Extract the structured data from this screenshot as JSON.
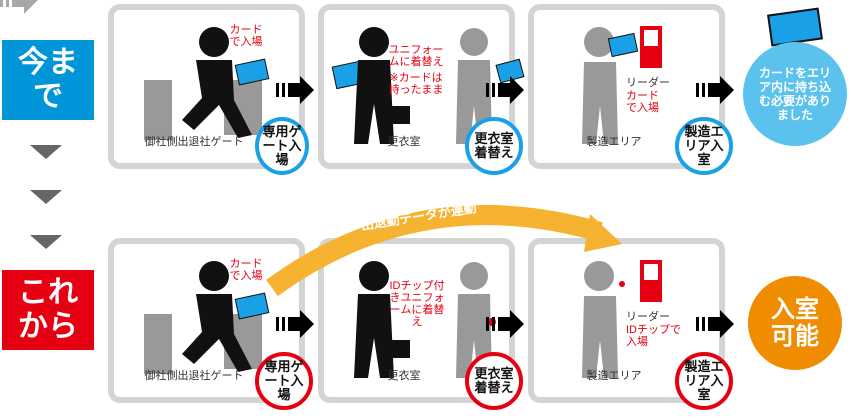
{
  "before": {
    "label": "今まで",
    "color": "#0095d9",
    "steps": [
      {
        "caption": "御社側出退社ゲート",
        "note": "カードで入場",
        "badge": "専用ゲート入場"
      },
      {
        "caption": "更衣室",
        "note": "ユニフォームに着替え",
        "note2": "※カードは持ったまま",
        "badge": "更衣室着替え"
      },
      {
        "caption": "製造エリア",
        "reader": "リーダー",
        "note": "カードで入場",
        "badge": "製造エリア入室"
      }
    ],
    "result": "カードをエリア内に持ち込む必要がありました",
    "result_color": "#5bc2ee"
  },
  "after": {
    "label": "これから",
    "color": "#e60012",
    "steps": [
      {
        "caption": "御社側出退社ゲート",
        "note": "カードで入場",
        "badge": "専用ゲート入場"
      },
      {
        "caption": "更衣室",
        "note": "IDチップ付きユニフォームに着替え",
        "badge": "更衣室着替え"
      },
      {
        "caption": "製造エリア",
        "reader": "リーダー",
        "note": "IDチップで入場",
        "badge": "製造エリア入室"
      }
    ],
    "result": "入室可能",
    "result_color": "#f08c00"
  },
  "link_label": "出退勤データが連動"
}
